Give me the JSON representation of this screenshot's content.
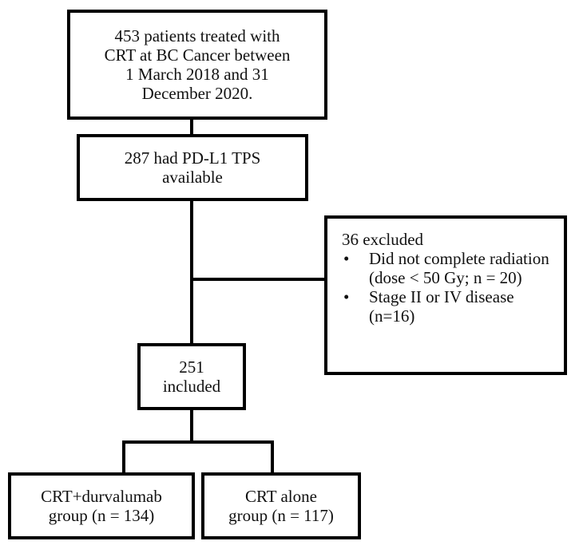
{
  "boxes": {
    "start": [
      "453 patients  treated with",
      "CRT at BC Cancer between",
      "1 March 2018 and 31",
      "December 2020."
    ],
    "pdl1": [
      "287 had PD-L1 TPS",
      "available"
    ],
    "excluded": {
      "title": "36 excluded",
      "items": [
        "Did not complete radiation (dose < 50 Gy; n = 20)",
        "Stage II or IV disease (n=16)"
      ]
    },
    "included": [
      "251",
      "included"
    ],
    "group_durvalumab": [
      "CRT+durvalumab",
      "group (n = 134)"
    ],
    "group_alone": [
      "CRT alone",
      "group (n = 117)"
    ]
  }
}
